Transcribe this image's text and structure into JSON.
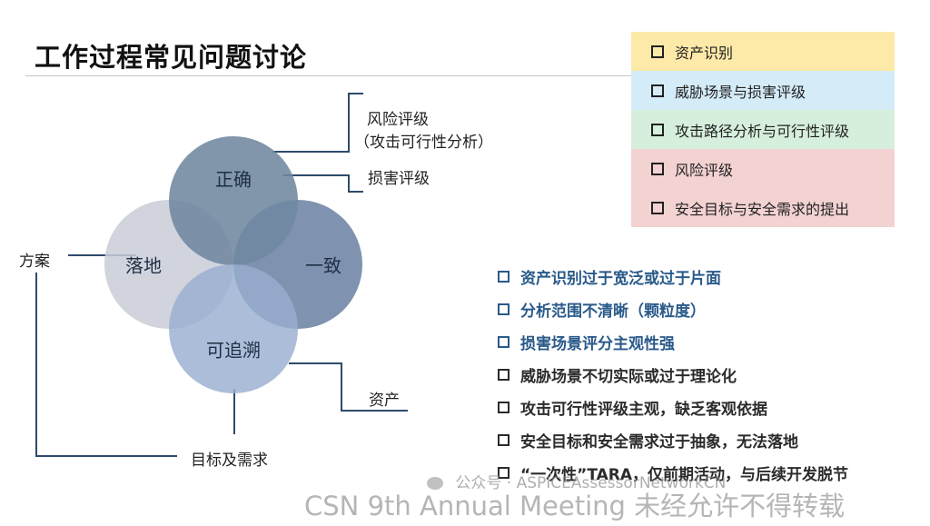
{
  "title": "工作过程常见问题讨论",
  "diagram": {
    "circles": {
      "top": "正确",
      "left": "落地",
      "right": "一致",
      "bottom": "可追溯"
    },
    "labels": {
      "risk_line1": "风险评级",
      "risk_line2": "（攻击可行性分析）",
      "damage": "损害评级",
      "plan": "方案",
      "asset": "资产",
      "goal": "目标及需求"
    }
  },
  "legend": [
    {
      "label": "资产识别",
      "color": "#fde9a8"
    },
    {
      "label": "威胁场景与损害评级",
      "color": "#d4ecf8"
    },
    {
      "label": "攻击路径分析与可行性评级",
      "color": "#d6efdc"
    },
    {
      "label": "风险评级",
      "color": "#f3d2d2"
    },
    {
      "label": "安全目标与安全需求的提出",
      "color": "#f3d2d2"
    }
  ],
  "issues": [
    {
      "text": "资产识别过于宽泛或过于片面",
      "style": "blue"
    },
    {
      "text": "分析范围不清晰（颗粒度）",
      "style": "blue"
    },
    {
      "text": "损害场景评分主观性强",
      "style": "blue"
    },
    {
      "text": "威胁场景不切实际或过于理论化",
      "style": "dark"
    },
    {
      "text": "攻击可行性评级主观，缺乏客观依据",
      "style": "dark"
    },
    {
      "text": "安全目标和安全需求过于抽象，无法落地",
      "style": "dark"
    },
    {
      "text": "“一次性”TARA，仅前期活动，与后续开发脱节",
      "style": "dark"
    }
  ],
  "watermark": {
    "wechat": "公众号 · ASPICEAssessorNetworkCN",
    "footer": "CSN 9th Annual Meeting 未经允许不得转载"
  }
}
